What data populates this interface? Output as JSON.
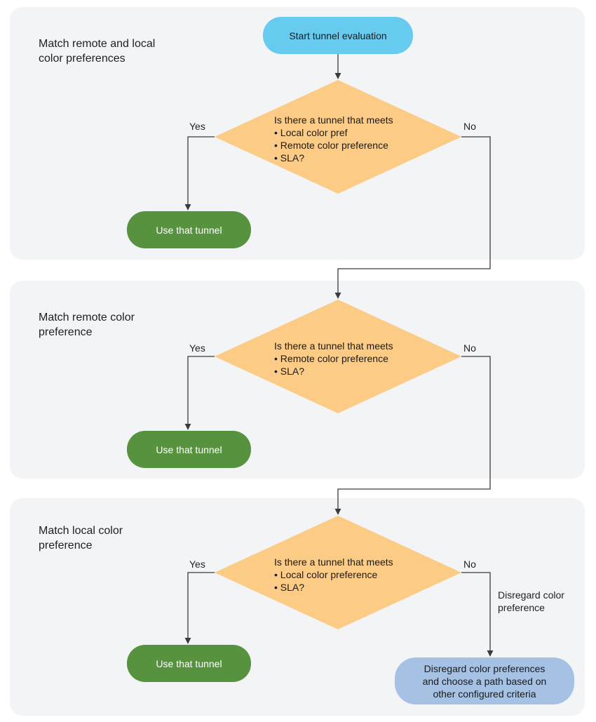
{
  "colors": {
    "stage_bg": "#f3f4f6",
    "start_node": "#67cbef",
    "decision": "#fccb85",
    "use_tunnel": "#57933e",
    "end_node": "#a5c1e3",
    "connector": "#3a3a3a"
  },
  "start": {
    "label": "Start tunnel evaluation"
  },
  "stages": [
    {
      "title": "Match remote and local\ncolor preferences",
      "question": "Is there a tunnel that meets",
      "bullets": [
        "Local color pref",
        "Remote color preference",
        "SLA?"
      ],
      "yes_label": "Yes",
      "no_label": "No",
      "yes_result": "Use that tunnel"
    },
    {
      "title": "Match remote color\npreference",
      "question": "Is there a tunnel that meets",
      "bullets": [
        "Remote color preference",
        "SLA?"
      ],
      "yes_label": "Yes",
      "no_label": "No",
      "yes_result": "Use that tunnel"
    },
    {
      "title": "Match local color\npreference",
      "question": "Is there a tunnel that meets",
      "bullets": [
        "Local color preference",
        "SLA?"
      ],
      "yes_label": "Yes",
      "no_label": "No",
      "yes_result": "Use that tunnel",
      "no_note": "Disregard color\npreference"
    }
  ],
  "end": {
    "label": "Disregard color preferences\nand choose a path based on\nother configured criteria"
  }
}
